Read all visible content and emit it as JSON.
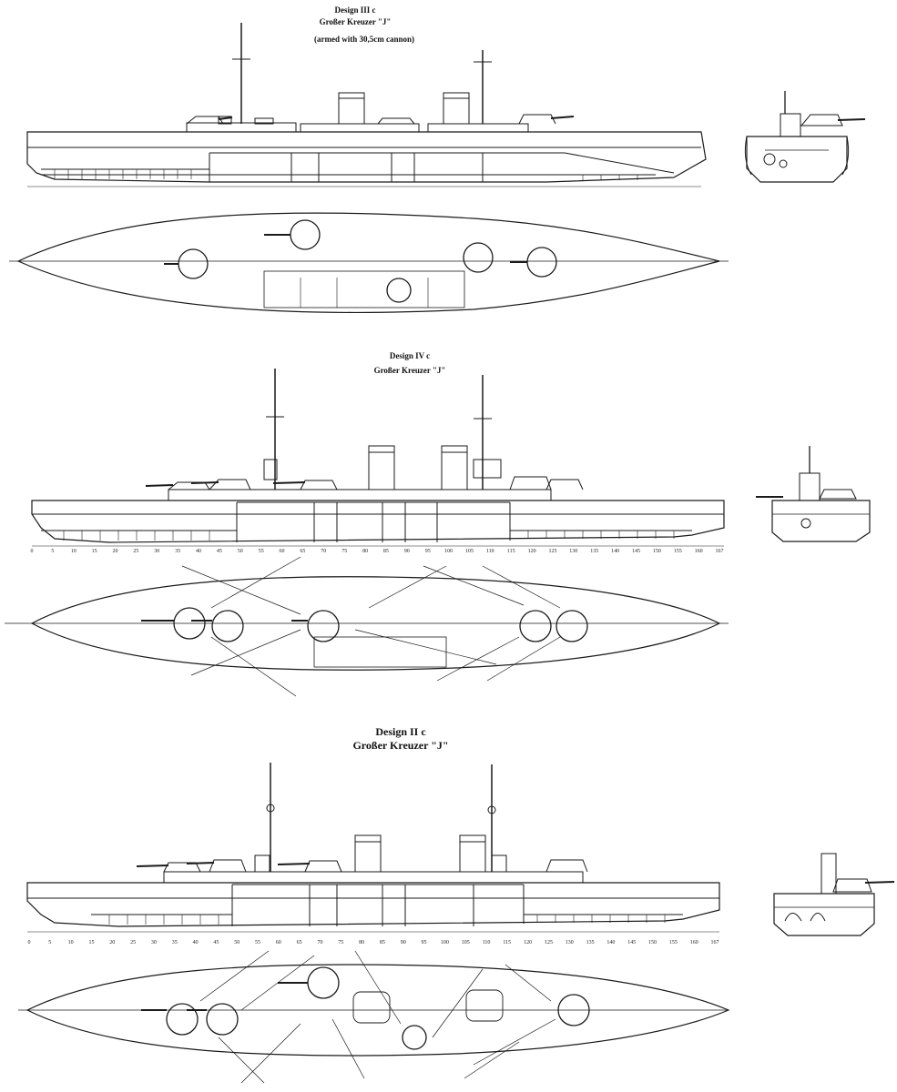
{
  "designs": [
    {
      "title": "Design  III c",
      "subtitle": "Großer Kreuzer \"J\"",
      "note": "(armed with 30,5cm cannon)"
    },
    {
      "title": "Design  IV c",
      "subtitle": "Großer  Kreuzer  \"J\"",
      "note": "",
      "frame_numbers": [
        "0",
        "5",
        "10",
        "15",
        "20",
        "25",
        "30",
        "35",
        "40",
        "45",
        "50",
        "55",
        "60",
        "65",
        "70",
        "75",
        "80",
        "85",
        "90",
        "95",
        "100",
        "105",
        "110",
        "115",
        "120",
        "125",
        "130",
        "135",
        "140",
        "145",
        "150",
        "155",
        "160",
        "167"
      ]
    },
    {
      "title": "Design   II c",
      "subtitle": "Großer Kreuzer \"J\"",
      "note": "",
      "frame_numbers": [
        "0",
        "5",
        "10",
        "15",
        "20",
        "25",
        "30",
        "35",
        "40",
        "45",
        "50",
        "55",
        "60",
        "65",
        "70",
        "75",
        "80",
        "85",
        "90",
        "95",
        "100",
        "105",
        "110",
        "115",
        "120",
        "125",
        "130",
        "135",
        "140",
        "145",
        "150",
        "155",
        "160",
        "167"
      ]
    }
  ]
}
